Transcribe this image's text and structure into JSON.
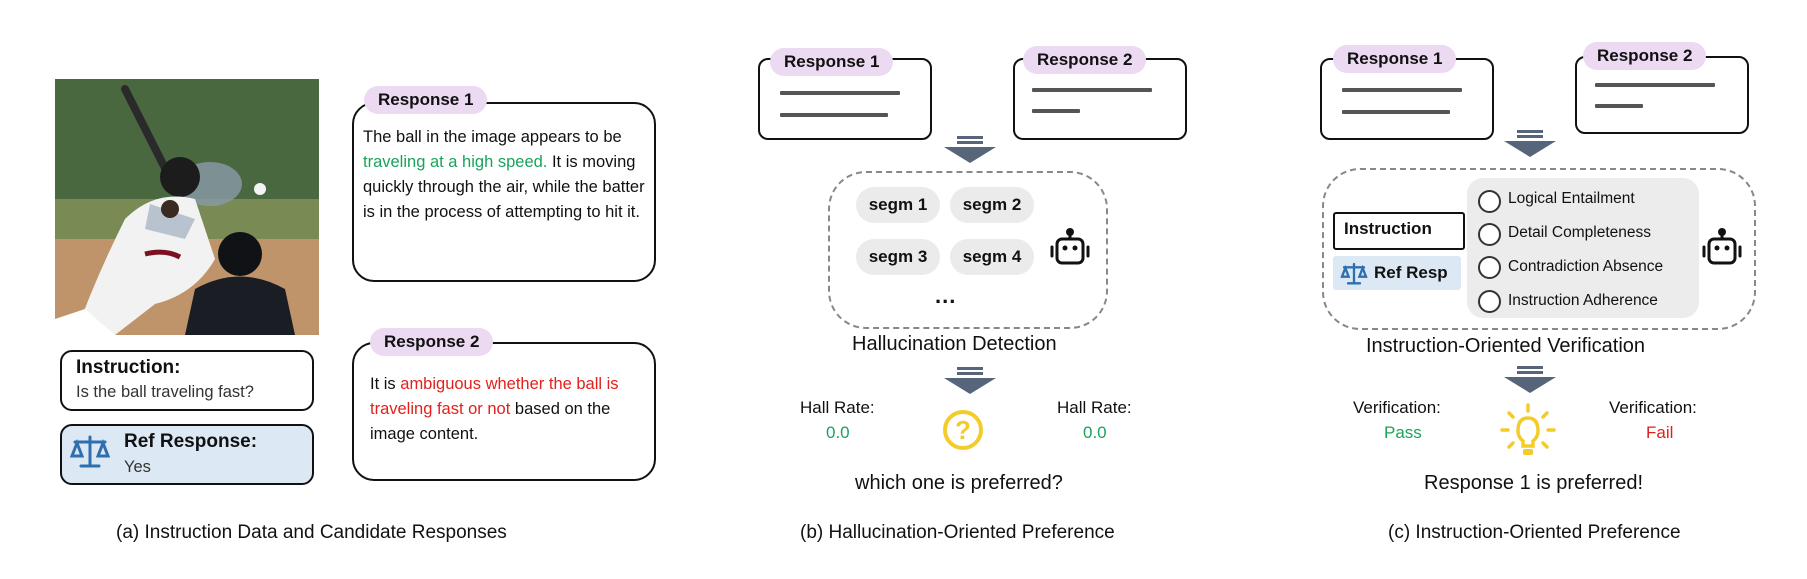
{
  "panel_a": {
    "response1_title": "Response 1",
    "response1_text_plain1": "The ball in the image appears to be ",
    "response1_text_green": "traveling at a high speed.",
    "response1_text_plain2": " It is moving quickly through the air, while the batter is in the process of attempting to hit it.",
    "response2_title": "Response 2",
    "response2_text_plain1": "It is ",
    "response2_text_red": "ambiguous whether the ball is traveling fast or not",
    "response2_text_plain2": " based on the image content.",
    "instruction_label": "Instruction:",
    "instruction_text": "Is the ball traveling fast?",
    "ref_label": "Ref Response:",
    "ref_text": "Yes",
    "caption": "(a) Instruction Data and Candidate Responses"
  },
  "panel_b": {
    "response1_title": "Response 1",
    "response2_title": "Response 2",
    "segments": [
      "segm 1",
      "segm 2",
      "segm 3",
      "segm 4"
    ],
    "ellipsis": "...",
    "stage_label": "Hallucination Detection",
    "left_metric_label": "Hall Rate:",
    "left_metric_value": "0.0",
    "right_metric_label": "Hall Rate:",
    "right_metric_value": "0.0",
    "question_symbol": "?",
    "result": "which one is preferred?",
    "caption": "(b) Hallucination-Oriented Preference"
  },
  "panel_c": {
    "response1_title": "Response 1",
    "response2_title": "Response 2",
    "instruction_box": "Instruction",
    "ref_resp": "Ref Resp",
    "criteria": [
      "Logical Entailment",
      "Detail Completeness",
      "Contradiction Absence",
      "Instruction Adherence"
    ],
    "stage_label": "Instruction-Oriented Verification",
    "left_metric_label": "Verification:",
    "left_metric_value": "Pass",
    "right_metric_label": "Verification:",
    "right_metric_value": "Fail",
    "result": "Response 1 is preferred!",
    "caption": "(c) Instruction-Oriented Preference"
  },
  "colors": {
    "green": "#1aa35a",
    "red": "#e2211c",
    "pill": "#ecd9f2",
    "ref_blue": "#dce9f5",
    "scale_blue": "#2e6fb0",
    "arrow": "#56657a",
    "yellow": "#f3cc2a"
  },
  "icons": [
    "scale-icon",
    "robot-icon",
    "question-icon",
    "lightbulb-icon",
    "arrow-down-icon"
  ]
}
